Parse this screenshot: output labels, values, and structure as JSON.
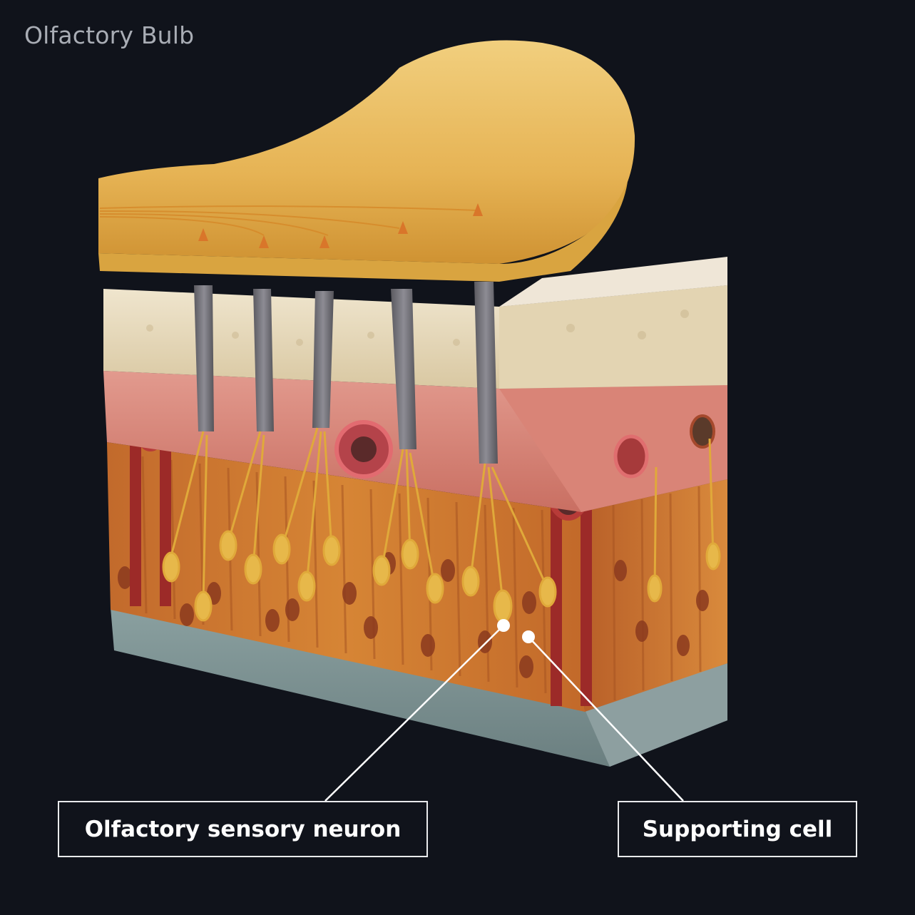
{
  "title": "Olfactory Bulb",
  "labels": {
    "neuron": "Olfactory sensory neuron",
    "supporting": "Supporting cell"
  },
  "colors": {
    "background": "#10131b",
    "bulb": "#e8b95a",
    "bone": "#e9dcc0",
    "lamina_propria": "#d9857a",
    "epithelium": "#c9772f",
    "basement": "#7f9394",
    "neuron": "#e0a93a",
    "callout": "#ffffff"
  }
}
